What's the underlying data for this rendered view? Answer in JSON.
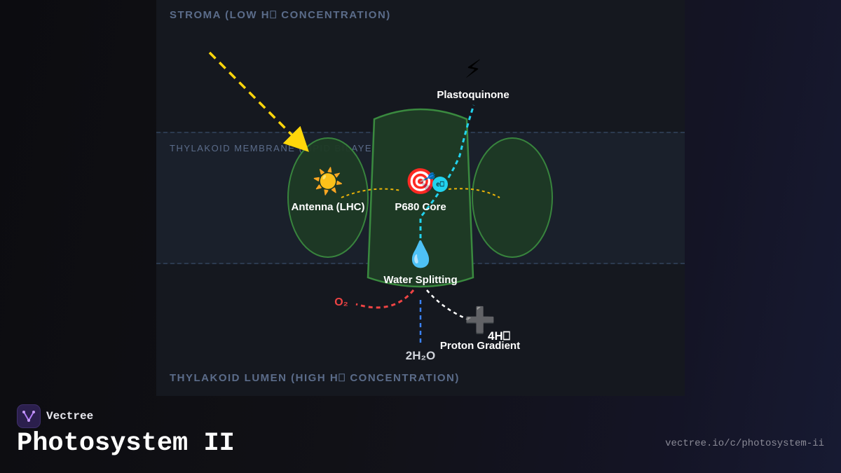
{
  "regions": {
    "stroma": "STROMA (LOW H⎕ CONCENTRATION)",
    "membrane": "THYLAKOID MEMBRANE (LIPID BILAYER)",
    "lumen": "THYLAKOID LUMEN (HIGH H⎕ CONCENTRATION)"
  },
  "nodes": {
    "plastoquinone": {
      "label": "Plastoquinone",
      "icon": "lightning-icon",
      "glyph": "⚡"
    },
    "antenna": {
      "label": "Antenna (LHC)",
      "icon": "sun-icon",
      "glyph": "☀️"
    },
    "p680": {
      "label": "P680 Core",
      "icon": "target-icon",
      "glyph": "🎯"
    },
    "water_splitting": {
      "label": "Water Splitting",
      "icon": "droplet-icon",
      "glyph": "💧"
    },
    "proton_gradient": {
      "label": "Proton Gradient",
      "icon": "plus-icon",
      "glyph": "➕"
    }
  },
  "electron": {
    "label": "e⎕"
  },
  "molecules": {
    "o2": "O₂",
    "water": "2H₂O",
    "protons": "4H⎕"
  },
  "colors": {
    "light_arrow": "#ffd60a",
    "electron_path": "#22d3ee",
    "energy_transfer": "#eab308",
    "oxygen": "#ef4444",
    "water": "#3b82f6",
    "protons": "#ffffff",
    "protein": "#3a8a3f"
  },
  "footer": {
    "brand": "Vectree",
    "title": "Photosystem II",
    "url": "vectree.io/c/photosystem-ii"
  }
}
